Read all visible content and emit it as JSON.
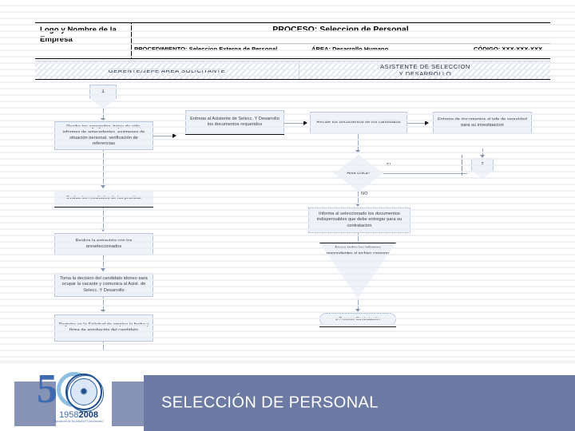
{
  "header": {
    "logo_label": "Logo y Nombre de la Empresa",
    "proceso": "PROCESO: Seleccion de Personal",
    "procedimiento": "PROCEDIMIENTO: Seleccion Externa de Personal",
    "area": "ÁREA: Desarrollo Humano",
    "codigo": "CÓDIGO: XXX-XXX-XXX"
  },
  "lanes": [
    {
      "label": "GERENTE/JEFE AREA SOLICITANTE"
    },
    {
      "label": "ASISTENTE DE SELECCIÓN\nY DESARROLLO"
    }
  ],
  "flow": {
    "start_marker": "1",
    "nodes": [
      {
        "id": "n1",
        "label": "Recibe los agregados, hojas de vida, informes de antecedentes, exámenes de situación personal, verificación de referencias"
      },
      {
        "id": "n2",
        "label": "Entrega al Asistente de Selecc. Y Desarrollo los documentos requeridos"
      },
      {
        "id": "n3",
        "label": "Recibe los documentos de los candidatos"
      },
      {
        "id": "n4",
        "label": "Entrega de documentos al jefe de seguridad para su investigacion"
      },
      {
        "id": "n5",
        "label": "Area crítica?"
      },
      {
        "id": "n6",
        "label": "Informa al seleccionado los documentos indispensables que debe entregar para su contratacion"
      },
      {
        "id": "n7",
        "label": "Anexa todos los informes correspondientes al archivo correspond."
      },
      {
        "id": "n8",
        "label": "a Proceso Contratación"
      },
      {
        "id": "n9",
        "label": "Evalua los resultados de las pruebas"
      },
      {
        "id": "n10",
        "label": "Realiza la entrevista con los preseleccionados"
      },
      {
        "id": "n11",
        "label": "Toma la decision del candidato idoneo para ocupar la vacante y comunica al Asist. de Selecc. Y Desarrollo"
      },
      {
        "id": "n12",
        "label": "Registra en la Solicitud de empleo la fecha y firma de aprobación del candidato"
      }
    ],
    "edge_labels": {
      "yes": "SI",
      "no": "NO",
      "connector": "2"
    }
  },
  "footer": {
    "title": "SELECCIÓN DE PERSONAL",
    "logo": {
      "numeral": "5",
      "years": "1958",
      "years_bold": "2008",
      "tagline": "\"Repositorio de Sociedad del Conocimiento\"",
      "seal_glyph": "✹"
    }
  },
  "colors": {
    "banner": "#6d7aa3",
    "accent_square": "#8793b4",
    "node_fill": "#eef2f9",
    "node_border": "#b9c6dd",
    "logo_blue": "#3e6bb0"
  }
}
